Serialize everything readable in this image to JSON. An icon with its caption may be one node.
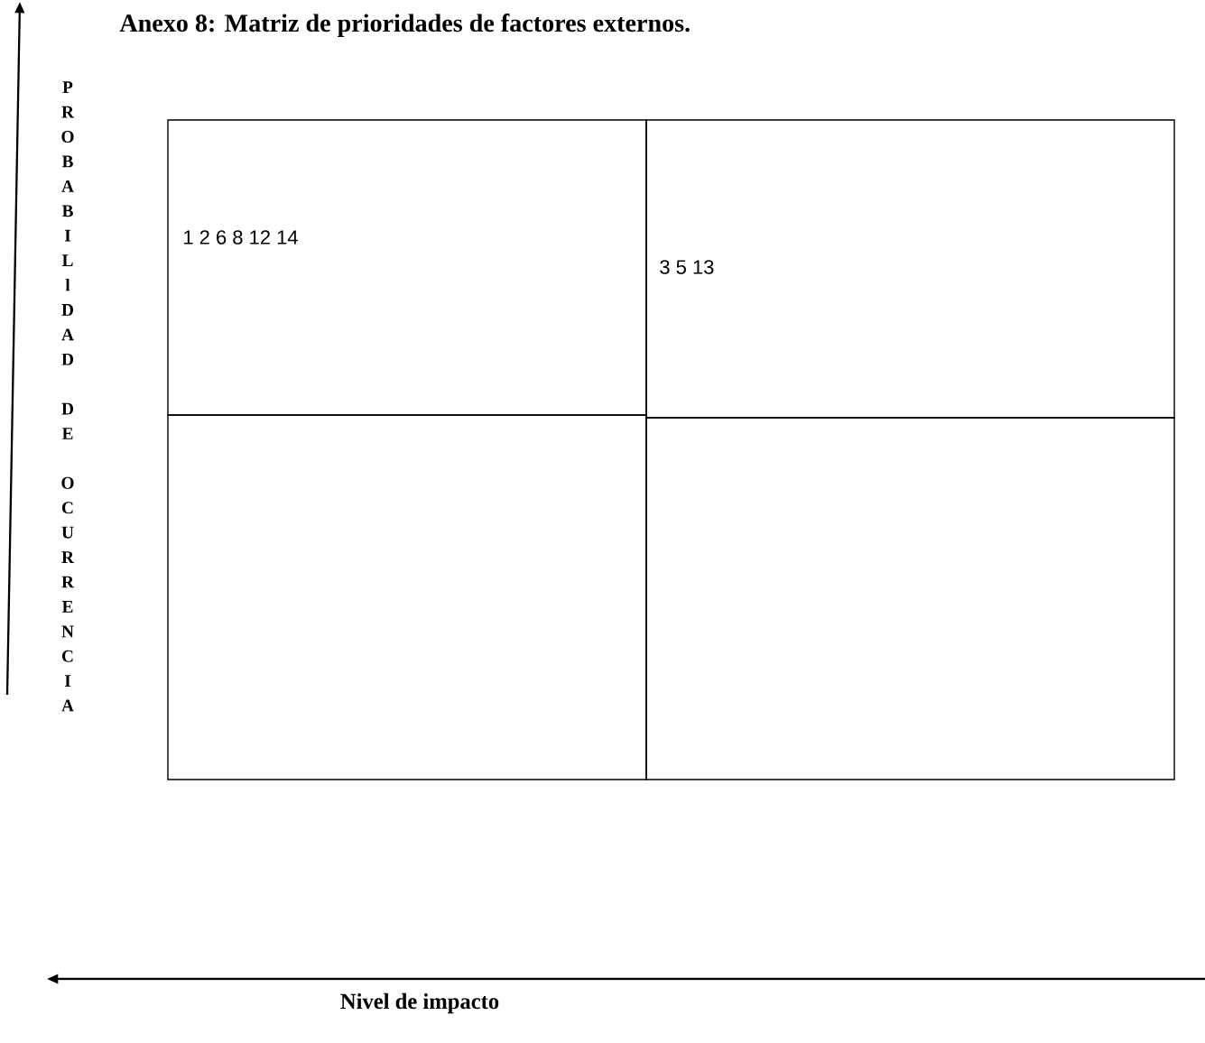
{
  "diagram": {
    "title": "Anexo 8: Matriz de prioridades de factores externos.",
    "nodes": [
      {
        "text": [
          "1 2 6 8 12 14"
        ]
      },
      {
        "text": [
          "3 5 13"
        ]
      },
      {
        "text": [],
        "shape": "box"
      },
      {
        "text": [],
        "shape": "box"
      }
    ],
    "labels": [
      "PROBABILlDAD DE OCURRENCIA",
      "Nivel de impacto"
    ]
  }
}
